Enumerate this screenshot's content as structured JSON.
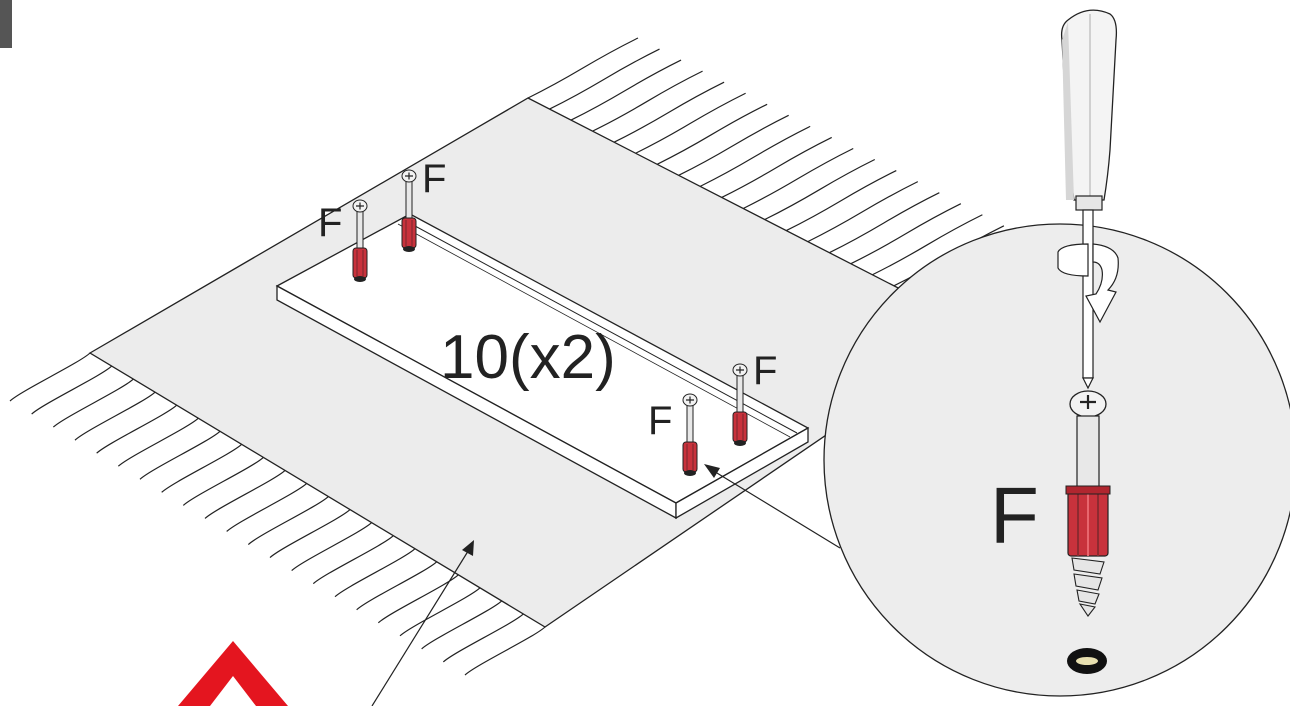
{
  "diagram": {
    "panel_label": "10(x2)",
    "part_label": "F",
    "screw_labels": [
      "F",
      "F",
      "F",
      "F"
    ],
    "detail_label": "F"
  },
  "colors": {
    "mat": "#ececec",
    "board": "#ffffff",
    "outline": "#222222",
    "dowel_red": "#c8323c",
    "dowel_dark": "#8e2a30",
    "warning_red": "#e4151f",
    "corner_tab": "#555555",
    "detail_circle": "#ededed"
  }
}
